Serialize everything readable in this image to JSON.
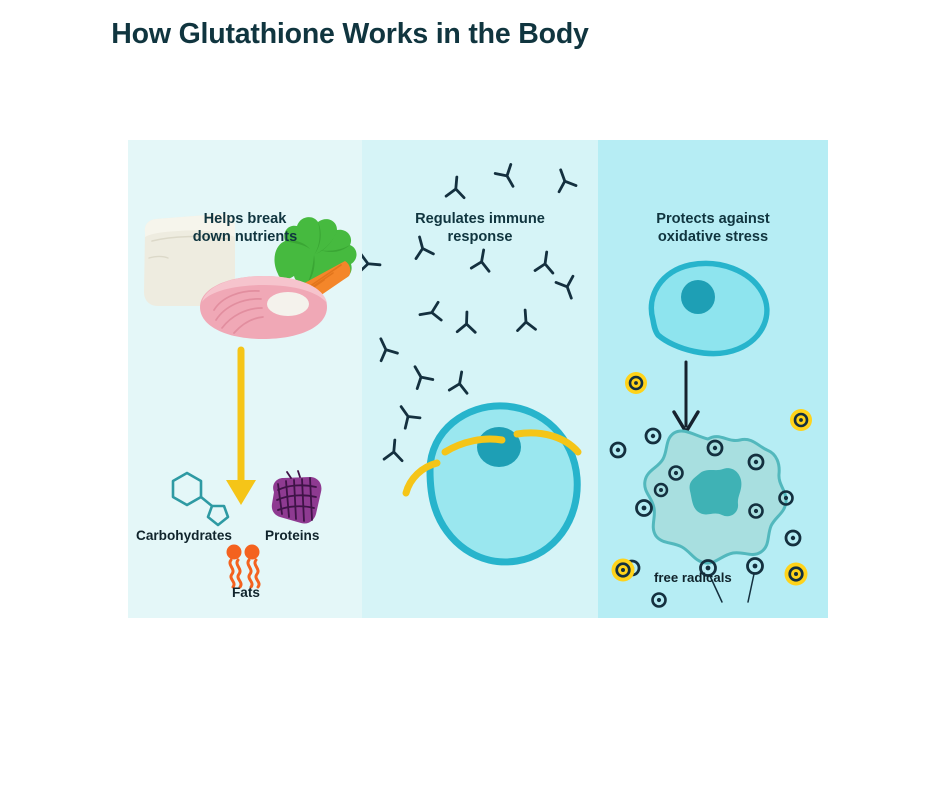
{
  "title": "How Glutathione Works in the Body",
  "panels": [
    {
      "id": "helps-break-down-nutrients",
      "heading": "Helps break\ndown nutrients",
      "heading_line1": "Helps break",
      "heading_line2": "down nutrients",
      "background": "#e4f7f8",
      "illustration": "foods-plate",
      "arrow": {
        "name": "down-arrow",
        "color": "#f5c518",
        "direction": "down"
      },
      "items": [
        {
          "label": "Carbohydrates",
          "icon": "hexagon-sugar-icon",
          "color": "#2e9aa3"
        },
        {
          "label": "Proteins",
          "icon": "protein-ribbon-icon",
          "color": "#6b2a6e"
        },
        {
          "label": "Fats",
          "icon": "lipid-molecule-icon",
          "color": "#f4621f"
        }
      ]
    },
    {
      "id": "regulates-immune-response",
      "heading": "Regulates immune\nresponse",
      "heading_line1": "Regulates immune",
      "heading_line2": "response",
      "background": "#d6f4f7",
      "illustration": "antibodies-and-cell",
      "antibody_count": 16,
      "antibody_color": "#14303f",
      "arc_color": "#f5c518",
      "arc_count": 3,
      "cell": {
        "fill": "#8ee4ee",
        "stroke": "#27b4cc",
        "nucleus": "#1e9fb5"
      }
    },
    {
      "id": "protects-against-oxidative-stress",
      "heading": "Protects against\noxidative stress",
      "heading_line1": "Protects against",
      "heading_line2": "oxidative stress",
      "background": "#b6edf4",
      "illustration": "healthy-cell-to-damaged-cell",
      "arrow": {
        "name": "down-arrow",
        "color": "#16222e",
        "direction": "down"
      },
      "healthy_cell": {
        "fill": "#8ee4ee",
        "stroke": "#27b4cc",
        "nucleus": "#1e9fb5"
      },
      "damaged_cell": {
        "fill": "#a8dfe0",
        "stroke": "#52b8bd",
        "nucleus": "#3fb2b5"
      },
      "radical_label": "free radicals",
      "radical_color": "#14303f",
      "radical_highlight": "#ffd31a",
      "radical_count": 16,
      "highlighted_radical_count": 5
    }
  ],
  "colors": {
    "title_text": "#10353f",
    "label_text": "#10242c",
    "accent_yellow": "#f5c518",
    "accent_teal": "#27b4cc",
    "accent_orange": "#f4621f",
    "accent_purple": "#6b2a6e",
    "page_background": "#ffffff"
  }
}
